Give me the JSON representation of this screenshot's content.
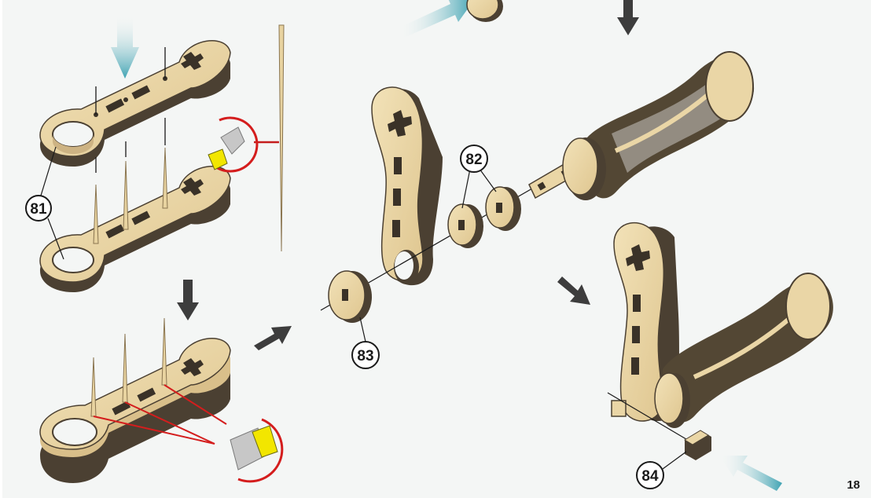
{
  "callouts": {
    "c81": "81",
    "c82": "82",
    "c83": "83",
    "c84": "84"
  },
  "page_number": "18",
  "colors": {
    "background": "#f4f6f5",
    "wood": "#ead6a6",
    "wood_edge": "#4b4032",
    "dark_wood": "#534734",
    "arrow_dark": "#3d3d3d",
    "arrow_blue": "#3fa3b3",
    "cut_red": "#d41d1d",
    "blade": "#c7c7c7",
    "blade_yellow": "#f2e600"
  },
  "icons": [
    "down-arrow-icon",
    "right-arrow-icon",
    "insert-arrow-icon",
    "cutter-knife-icon"
  ]
}
